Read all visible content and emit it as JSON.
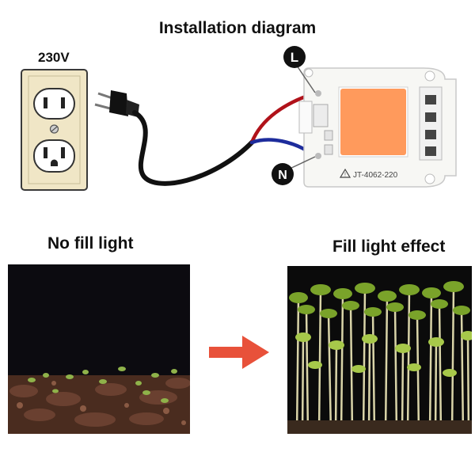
{
  "header": {
    "title": "Installation diagram"
  },
  "outlet": {
    "voltage_label": "230V"
  },
  "led_board": {
    "terminal_l": "L",
    "terminal_n": "N",
    "model": "JT-4062-220"
  },
  "comparison": {
    "before_caption": "No fill light",
    "after_caption": "Fill light effect"
  },
  "colors": {
    "outlet_plate": "#efe5c4",
    "led_chip": "#ff9a5c",
    "wire_live": "#b0121a",
    "wire_neutral": "#1d2c9c",
    "arrow": "#e8513a"
  }
}
